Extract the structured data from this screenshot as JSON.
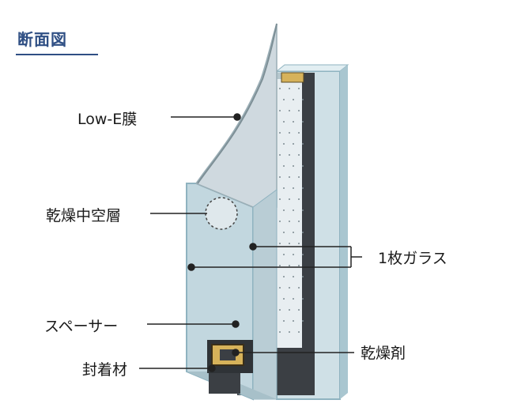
{
  "title": "断面図",
  "labels": {
    "low_e": "Low-E膜",
    "dry_air_layer": "乾燥中空層",
    "single_glass": "1枚ガラス",
    "spacer": "スペーサー",
    "sealant": "封着材",
    "desiccant": "乾燥剤"
  },
  "colors": {
    "title": "#2f4f84",
    "glass_face": "#c9dbe2",
    "glass_edge": "#8fb3c0",
    "spacer_dark": "#3b3f44",
    "desiccant": "#d6b25a"
  }
}
